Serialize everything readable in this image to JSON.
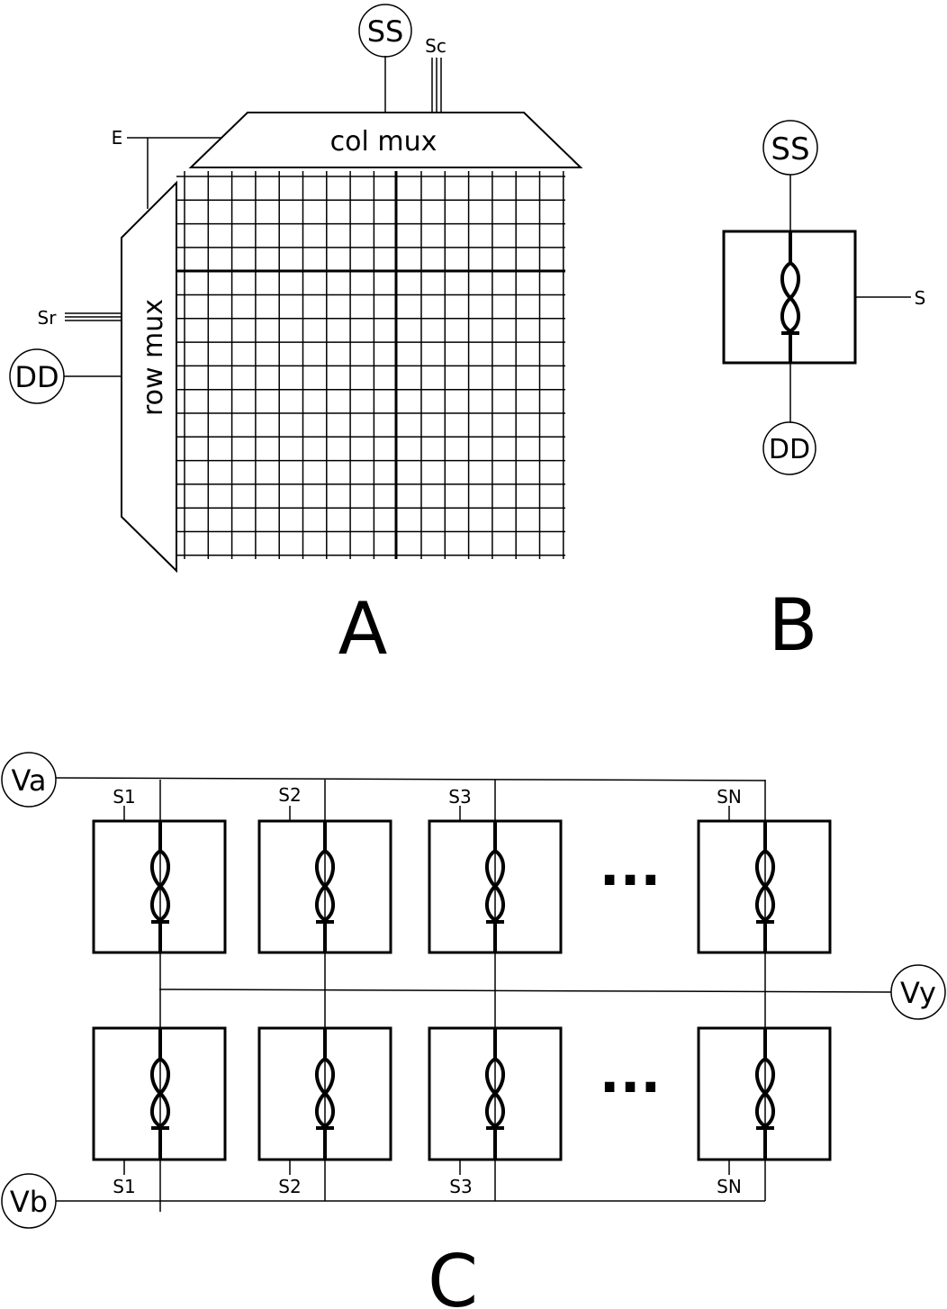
{
  "panel_a": {
    "label": "A",
    "col_mux": "col mux",
    "row_mux": "row mux",
    "ss": "SS",
    "sc": "Sc",
    "e": "E",
    "sr": "Sr",
    "dd": "DD"
  },
  "panel_b": {
    "label": "B",
    "ss": "SS",
    "s": "S",
    "dd": "DD"
  },
  "panel_c": {
    "label": "C",
    "va": "Va",
    "vy": "Vy",
    "vb": "Vb",
    "dots": "···",
    "top_switches": [
      "S1",
      "S2",
      "S3",
      "SN"
    ],
    "bottom_switches": [
      "S1",
      "S2",
      "S3",
      "SN"
    ]
  }
}
